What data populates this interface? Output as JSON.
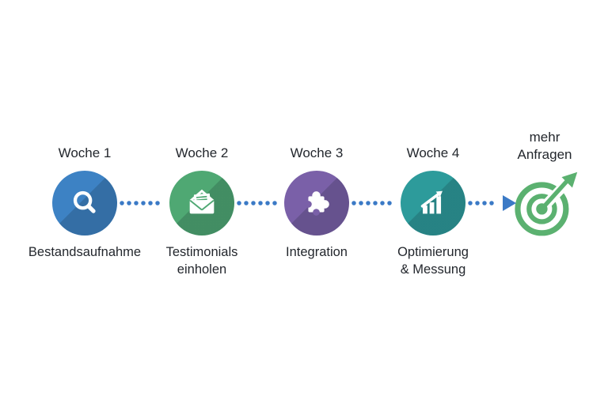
{
  "diagram": {
    "background_color": "#ffffff",
    "text_color": "#23272d",
    "connector": {
      "color": "#3b7ac6",
      "style": "dotted",
      "end_arrow": true
    },
    "steps": [
      {
        "title": "Woche 1",
        "label": "Bestandsaufnahme",
        "icon": "magnifier-icon",
        "color": "#3d82c4"
      },
      {
        "title": "Woche 2",
        "label": "Testimonials\neinholen",
        "icon": "envelope-open-icon",
        "color": "#4fa873"
      },
      {
        "title": "Woche 3",
        "label": "Integration",
        "icon": "puzzle-piece-icon",
        "color": "#7a60a8"
      },
      {
        "title": "Woche 4",
        "label": "Optimierung\n& Messung",
        "icon": "bar-chart-arrow-icon",
        "color": "#2d9b9b"
      }
    ],
    "outcome": {
      "label": "mehr\nAnfragen",
      "icon": "target-dart-icon",
      "color": "#5bb170"
    }
  }
}
